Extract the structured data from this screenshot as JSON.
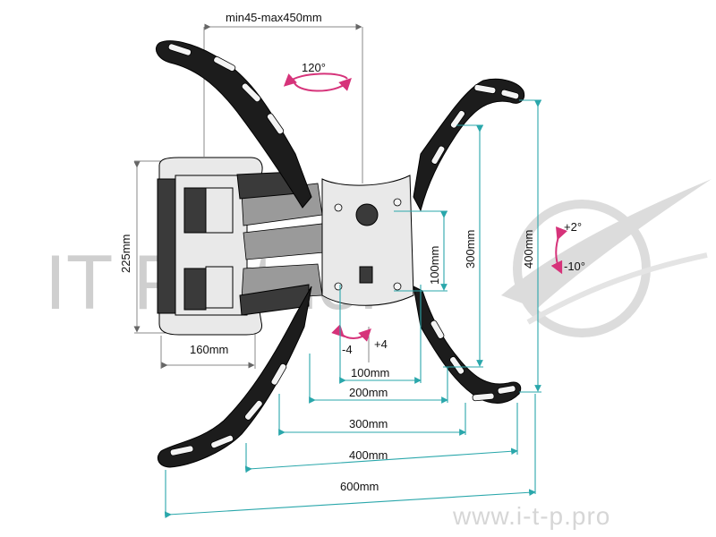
{
  "watermark": {
    "brand": "IT Partner",
    "url": "www.i-t-p.pro"
  },
  "dimensions": {
    "arm_reach": "min45-max450mm",
    "swivel": "120°",
    "wall_plate_height": "225mm",
    "wall_plate_width": "160mm",
    "tilt_up": "+2°",
    "tilt_down": "-10°",
    "level_minus": "-4",
    "level_plus": "+4",
    "vesa_h_100": "100mm",
    "vesa_h_200": "200mm",
    "vesa_h_300": "300mm",
    "vesa_h_400": "400mm",
    "vesa_h_600": "600mm",
    "vesa_v_100": "100mm",
    "vesa_v_300": "300mm",
    "vesa_v_400": "400mm"
  },
  "colors": {
    "dimension_line": "#2aa7ab",
    "rotation_arrow": "#d6337a",
    "bracket": "#1c1c1c"
  }
}
